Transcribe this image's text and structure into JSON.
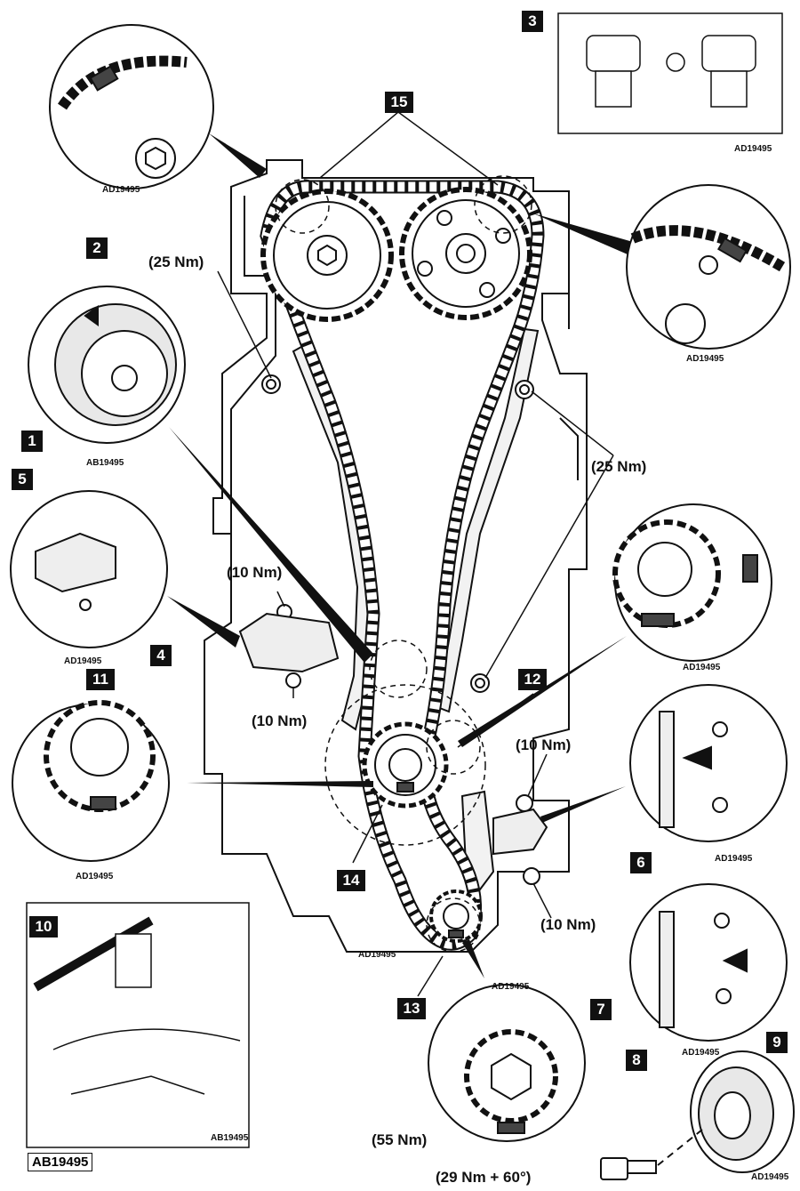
{
  "diagram": {
    "callouts": [
      "1",
      "2",
      "3",
      "4",
      "5",
      "6",
      "7",
      "8",
      "9",
      "10",
      "11",
      "12",
      "13",
      "14",
      "15"
    ],
    "torques": {
      "t25_left": "(25 Nm)",
      "t25_right": "(25 Nm)",
      "t10_top": "(10 Nm)",
      "t10_bottom": "(10 Nm)",
      "t10_right_top": "(10 Nm)",
      "t10_right_bottom": "(10 Nm)",
      "t55": "(55 Nm)",
      "t29": "(29 Nm + 60°)"
    },
    "codes": {
      "c_tl": "AD19495",
      "c_tr": "AD19495",
      "c_pulley": "AB19495",
      "c_tensioner": "AD19495",
      "c_cam_right": "AD19495",
      "c_rgt_detail": "AD19495",
      "c_guide_top": "AD19495",
      "c_crank_left": "AD19495",
      "c_main": "AD19495",
      "c_crank_bottom": "AD19495",
      "c_guide_bottom": "AD19495",
      "c_pulley_br": "AD19495",
      "c_tool": "AB19495",
      "c_main_label": "AB19495"
    },
    "colors": {
      "ink": "#111111",
      "paper": "#ffffff",
      "chain_fill": "#d9d9d9"
    }
  }
}
